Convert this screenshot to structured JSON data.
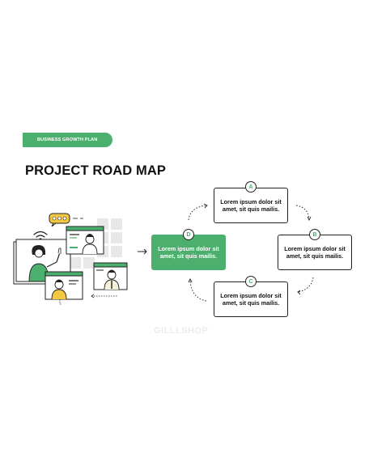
{
  "header": {
    "tag_label": "BUSINESS GROWTH PLAN",
    "title": "PROJECT ROAD MAP"
  },
  "roadmap": {
    "steps": [
      {
        "badge": "A",
        "text": "Lorem ipsum dolor sit amet, sit quis mailis."
      },
      {
        "badge": "B",
        "text": "Lorem ipsum dolor sit amet, sit quis mailis."
      },
      {
        "badge": "C",
        "text": "Lorem ipsum dolor sit amet, sit quis mailis."
      },
      {
        "badge": "D",
        "text": "Lorem ipsum dolor sit amet, sit quis mailis."
      }
    ]
  },
  "illustration": {
    "chat_bubble": "•••",
    "icon": "video-conference-illustration"
  },
  "watermark": "GILLLSHOP",
  "colors": {
    "accent": "#4caf6d",
    "bubble": "#f5c842",
    "ink": "#222222"
  }
}
